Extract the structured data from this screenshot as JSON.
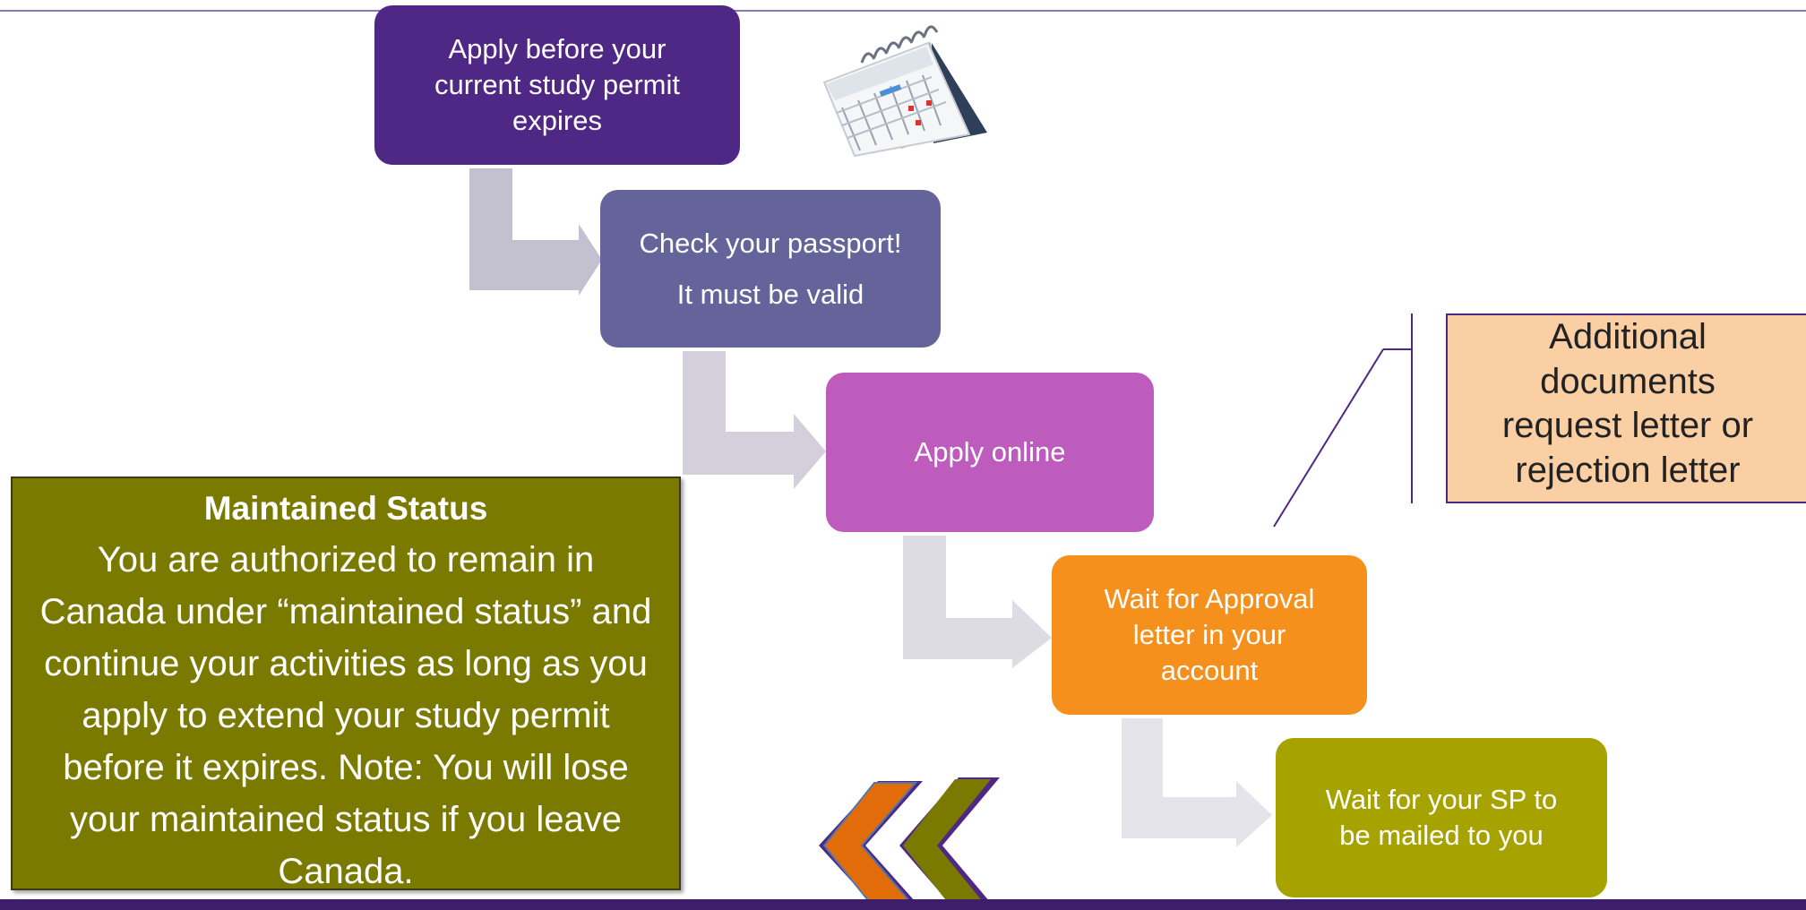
{
  "steps": [
    {
      "text": "Apply before your\ncurrent study permit\nexpires",
      "color": "#4f2785"
    },
    {
      "text": "Check your passport!\nIt must be valid",
      "color": "#65649a"
    },
    {
      "text": "Apply online",
      "color": "#bd5cbd"
    },
    {
      "text": "Wait for Approval\nletter in your\naccount",
      "color": "#f5901c"
    },
    {
      "text": "Wait for your SP to\nbe mailed to you",
      "color": "#a6a300"
    }
  ],
  "callout": {
    "text": "Additional\ndocuments\nrequest letter or\nrejection letter",
    "color": "#fbcfa4"
  },
  "maintained_status": {
    "title": "Maintained Status",
    "body": "You are authorized to remain in Canada under “maintained status” and continue your activities as long as you apply to extend your study permit before it expires. Note: You will lose your maintained status if you leave Canada.",
    "color": "#7a7900"
  },
  "icons": [
    "calendar-icon",
    "back-chevrons-icon"
  ]
}
